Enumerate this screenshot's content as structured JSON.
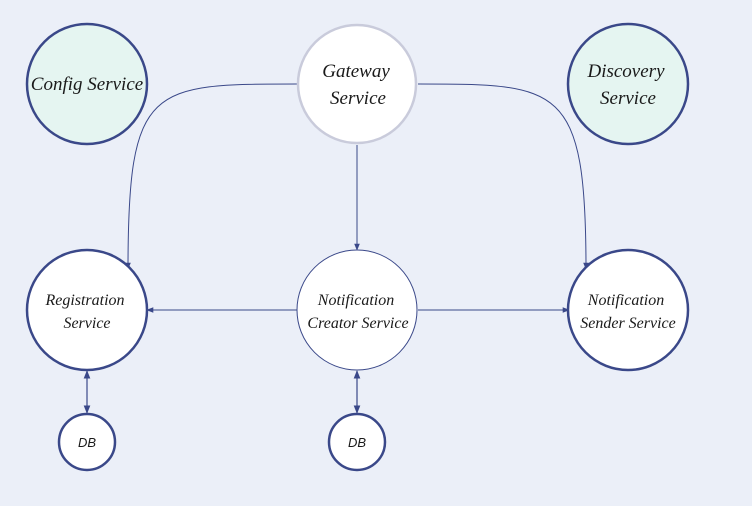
{
  "colors": {
    "background": "#ebeff8",
    "stroke": "#3a4889",
    "gateway_stroke": "#c9cbdb",
    "infra_fill": "#e5f5f1",
    "node_fill": "#ffffff"
  },
  "nodes": {
    "config": {
      "lines": [
        "Config Service"
      ]
    },
    "gateway": {
      "lines": [
        "Gateway",
        "Service"
      ]
    },
    "discovery": {
      "lines": [
        "Discovery",
        "Service"
      ]
    },
    "registration": {
      "lines": [
        "Registration",
        "Service"
      ]
    },
    "notification_creator": {
      "lines": [
        "Notification",
        "Creator Service"
      ]
    },
    "notification_sender": {
      "lines": [
        "Notification",
        "Sender Service"
      ]
    },
    "db_registration": {
      "lines": [
        "DB"
      ]
    },
    "db_notification": {
      "lines": [
        "DB"
      ]
    }
  },
  "edges": [
    {
      "from": "gateway",
      "to": "registration",
      "direction": "forward"
    },
    {
      "from": "gateway",
      "to": "notification_creator",
      "direction": "forward"
    },
    {
      "from": "gateway",
      "to": "notification_sender",
      "direction": "forward"
    },
    {
      "from": "notification_creator",
      "to": "registration",
      "direction": "forward"
    },
    {
      "from": "notification_creator",
      "to": "notification_sender",
      "direction": "forward"
    },
    {
      "from": "registration",
      "to": "db_registration",
      "direction": "both"
    },
    {
      "from": "notification_creator",
      "to": "db_notification",
      "direction": "both"
    }
  ]
}
